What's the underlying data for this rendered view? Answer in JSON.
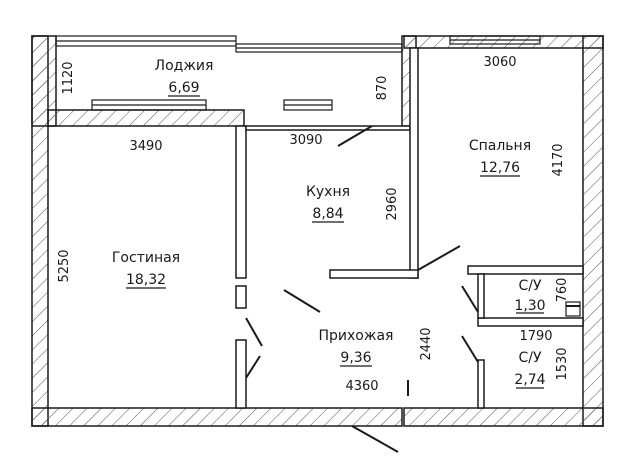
{
  "rooms": {
    "loggia": {
      "name": "Лоджия",
      "area": "6,69"
    },
    "kitchen": {
      "name": "Кухня",
      "area": "8,84"
    },
    "bedroom": {
      "name": "Спальня",
      "area": "12,76"
    },
    "living": {
      "name": "Гостиная",
      "area": "18,32"
    },
    "hallway": {
      "name": "Прихожая",
      "area": "9,36"
    },
    "wc": {
      "name": "С/У",
      "area": "1,30"
    },
    "bathroom": {
      "name": "С/У",
      "area": "2,74"
    }
  },
  "dimensions": {
    "loggia_depth": "1120",
    "loggia_side": "870",
    "bedroom_width": "3060",
    "living_width": "3490",
    "kitchen_width": "3090",
    "bedroom_depth": "4170",
    "kitchen_depth": "2960",
    "living_depth": "5250",
    "wc_depth": "760",
    "bath_width": "1790",
    "bath_depth": "1530",
    "hall_depth": "2440",
    "hall_width": "4360"
  },
  "colors": {
    "line": "#1a1a1a",
    "background": "#ffffff",
    "hatch": "#555555"
  }
}
